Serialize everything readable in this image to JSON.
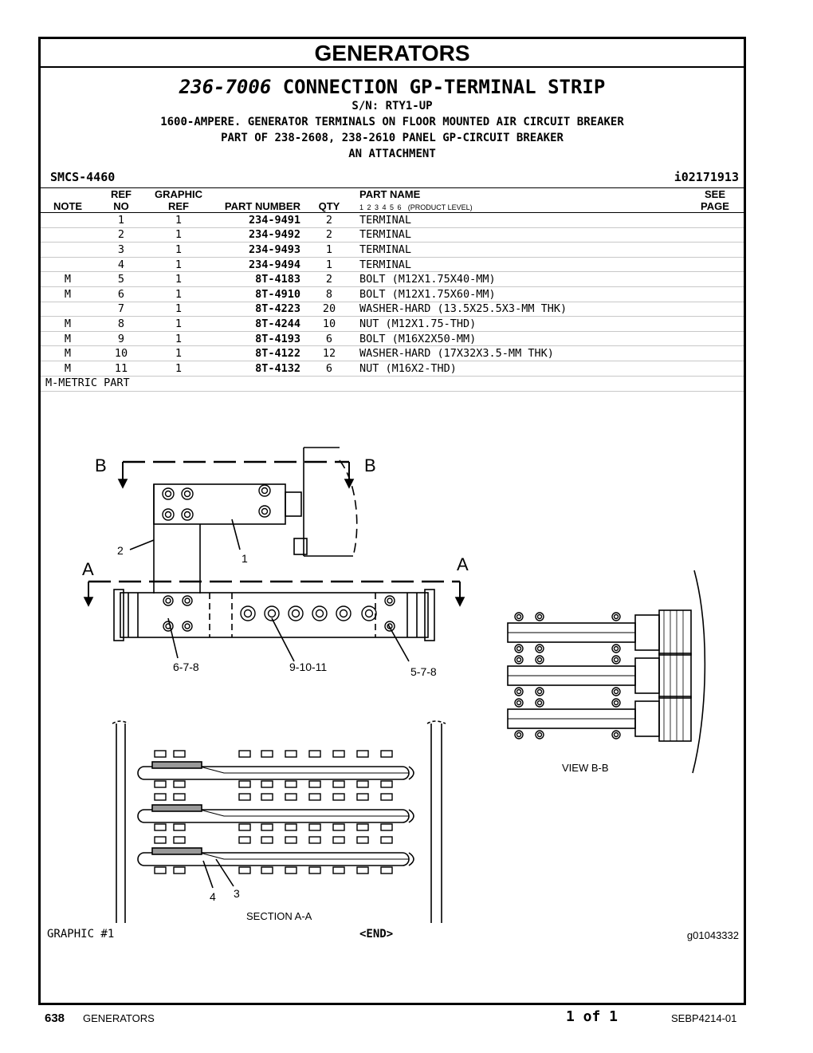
{
  "header": {
    "section_title": "GENERATORS",
    "group_number": "236-7006",
    "group_name": "CONNECTION GP-TERMINAL STRIP",
    "serial": "S/N: RTY1-UP",
    "description_lines": [
      "1600-AMPERE. GENERATOR TERMINALS ON FLOOR MOUNTED AIR CIRCUIT BREAKER",
      "PART OF 238-2608, 238-2610 PANEL GP-CIRCUIT BREAKER",
      "AN ATTACHMENT"
    ],
    "smcs": "SMCS-4460",
    "ident": "i02171913"
  },
  "table": {
    "headers": {
      "note": "NOTE",
      "ref_top": "REF",
      "ref_bottom": "NO",
      "graphic_top": "GRAPHIC",
      "graphic_bottom": "REF",
      "part_number": "PART NUMBER",
      "qty": "QTY",
      "part_name": "PART NAME",
      "product_levels": "1  2  3  4  5  6",
      "product_level_label": "(PRODUCT LEVEL)",
      "see_top": "SEE",
      "see_bottom": "PAGE"
    },
    "rows": [
      {
        "note": "",
        "ref": "1",
        "graphic": "1",
        "part": "234-9491",
        "qty": "2",
        "name": "TERMINAL"
      },
      {
        "note": "",
        "ref": "2",
        "graphic": "1",
        "part": "234-9492",
        "qty": "2",
        "name": "TERMINAL"
      },
      {
        "note": "",
        "ref": "3",
        "graphic": "1",
        "part": "234-9493",
        "qty": "1",
        "name": "TERMINAL"
      },
      {
        "note": "",
        "ref": "4",
        "graphic": "1",
        "part": "234-9494",
        "qty": "1",
        "name": "TERMINAL"
      },
      {
        "note": "M",
        "ref": "5",
        "graphic": "1",
        "part": "8T-4183",
        "qty": "2",
        "name": "BOLT (M12X1.75X40-MM)"
      },
      {
        "note": "M",
        "ref": "6",
        "graphic": "1",
        "part": "8T-4910",
        "qty": "8",
        "name": "BOLT (M12X1.75X60-MM)"
      },
      {
        "note": "",
        "ref": "7",
        "graphic": "1",
        "part": "8T-4223",
        "qty": "20",
        "name": "WASHER-HARD (13.5X25.5X3-MM THK)"
      },
      {
        "note": "M",
        "ref": "8",
        "graphic": "1",
        "part": "8T-4244",
        "qty": "10",
        "name": "NUT (M12X1.75-THD)"
      },
      {
        "note": "M",
        "ref": "9",
        "graphic": "1",
        "part": "8T-4193",
        "qty": "6",
        "name": "BOLT (M16X2X50-MM)"
      },
      {
        "note": "M",
        "ref": "10",
        "graphic": "1",
        "part": "8T-4122",
        "qty": "12",
        "name": "WASHER-HARD (17X32X3.5-MM THK)"
      },
      {
        "note": "M",
        "ref": "11",
        "graphic": "1",
        "part": "8T-4132",
        "qty": "6",
        "name": "NUT (M16X2-THD)"
      }
    ],
    "note_text": "M-METRIC PART"
  },
  "drawing": {
    "label_b_left": "B",
    "label_b_right": "B",
    "label_a_left": "A",
    "label_a_right": "A",
    "callout_1": "1",
    "callout_2": "2",
    "callout_3": "3",
    "callout_4": "4",
    "callout_678": "6-7-8",
    "callout_91011": "9-10-11",
    "callout_578": "5-7-8",
    "view_bb": "VIEW  B-B",
    "section_aa": "SECTION  A-A"
  },
  "graphic": {
    "label": "GRAPHIC #1",
    "end": "<END>",
    "id": "g01043332"
  },
  "footer": {
    "page": "638",
    "section": "GENERATORS",
    "pages": "1 of 1",
    "doc": "SEBP4214-01"
  }
}
